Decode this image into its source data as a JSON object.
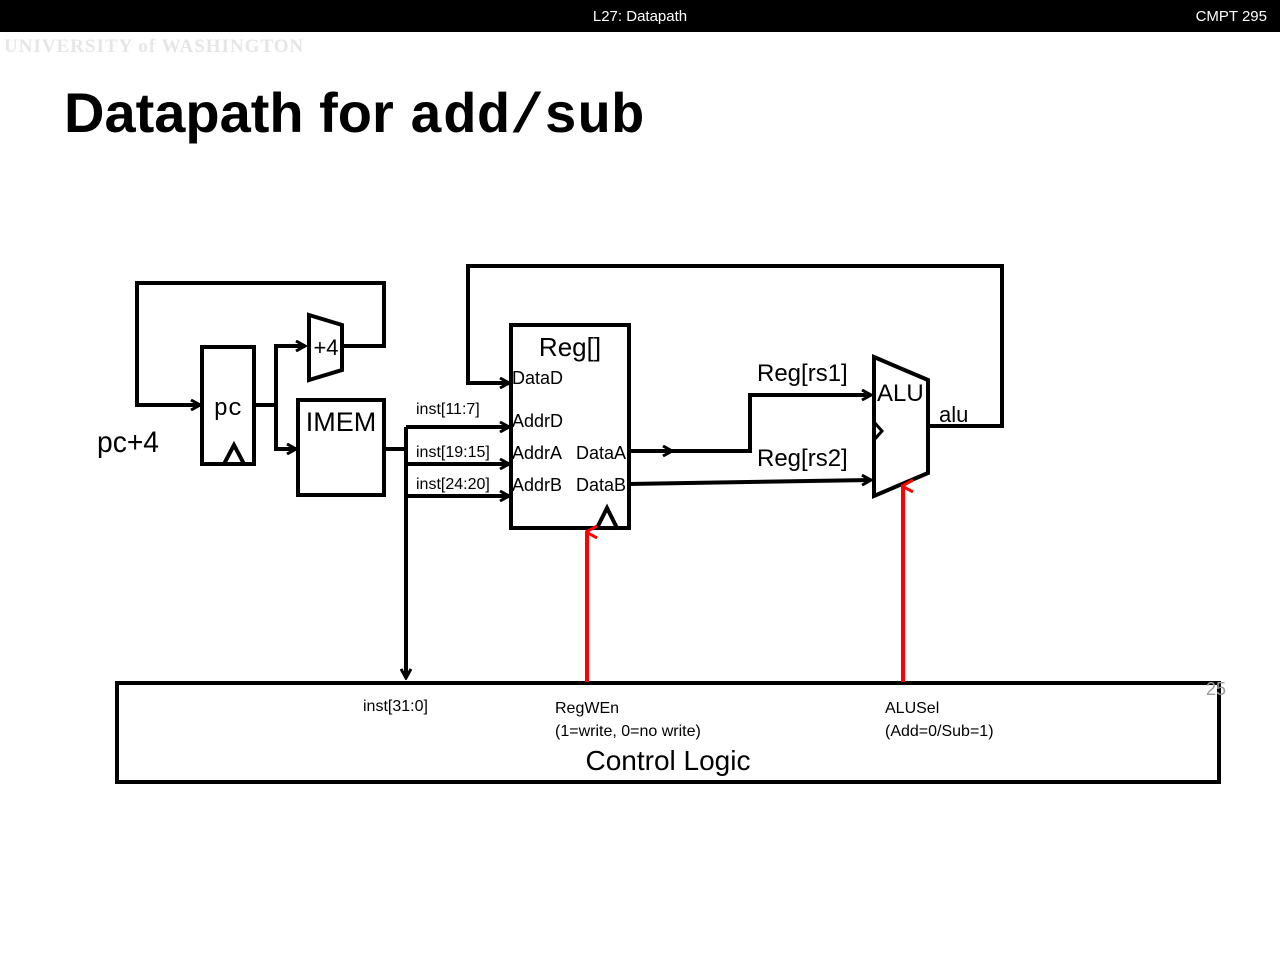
{
  "header": {
    "lecture": "L27: Datapath",
    "course": "CMPT 295"
  },
  "watermark": "UNIVERSITY of WASHINGTON",
  "title": {
    "text": "Datapath for ",
    "code": "add/sub"
  },
  "diagram": {
    "pc_plus4_label": "pc+4",
    "pc": "pc",
    "adder": "+4",
    "imem": "IMEM",
    "regfile": {
      "title": "Reg[]",
      "dataD": "DataD",
      "addrD": "AddrD",
      "addrA": "AddrA",
      "addrB": "AddrB",
      "dataA": "DataA",
      "dataB": "DataB"
    },
    "wires": {
      "rd": "inst[11:7]",
      "rs1": "inst[19:15]",
      "rs2": "inst[24:20]",
      "rs1_val": "Reg[rs1]",
      "rs2_val": "Reg[rs2]",
      "alu_out": "alu"
    },
    "alu": "ALU",
    "control": {
      "inst": "inst[31:0]",
      "regwen": "RegWEn",
      "regwen_desc": "(1=write, 0=no write)",
      "title": "Control Logic",
      "alusel": "ALUSel",
      "alusel_desc": "(Add=0/Sub=1)"
    },
    "control_signal_color": "#ff0000"
  },
  "slide_number": "25"
}
